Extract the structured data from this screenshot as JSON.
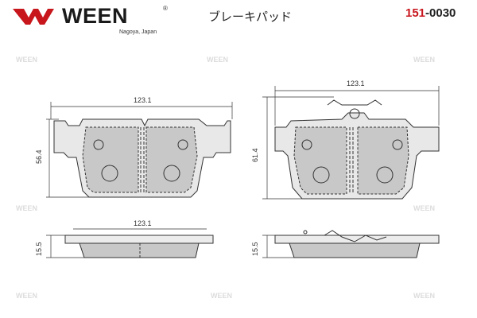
{
  "header": {
    "brand": "WEEN",
    "registered": "®",
    "location": "Nagoya, Japan",
    "title_jp": "ブレーキパッド",
    "part_prefix": "151",
    "part_suffix": "-0030"
  },
  "watermark_text": "WEEN",
  "dimensions": {
    "left_width": "123.1",
    "left_height": "56.4",
    "left_thickness": "15.5",
    "right_width": "123.1",
    "right_height": "61.4",
    "right_thickness": "15.5",
    "side_width": "123.1"
  },
  "colors": {
    "brand_red": "#c8161d",
    "pad_fill": "#c8c8c8",
    "line": "#333333"
  }
}
